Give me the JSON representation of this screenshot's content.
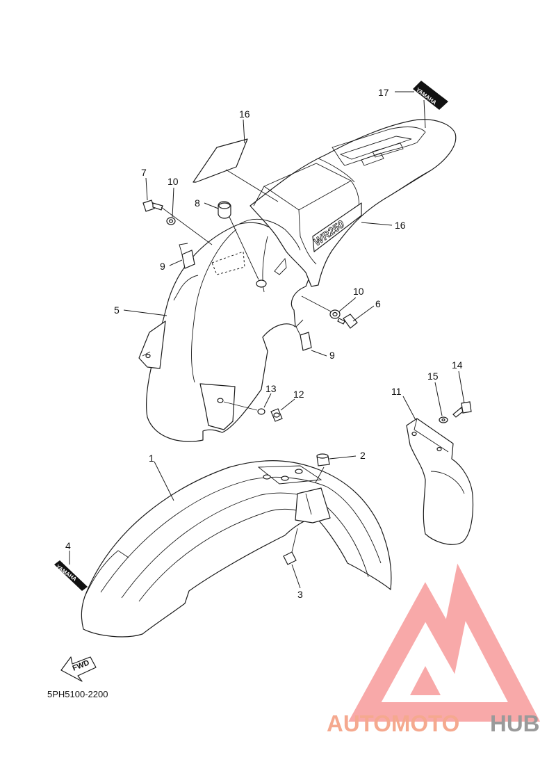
{
  "diagram_code": "5PH5100-2200",
  "callouts": [
    {
      "id": "c1",
      "number": "1"
    },
    {
      "id": "c2",
      "number": "2"
    },
    {
      "id": "c3",
      "number": "3"
    },
    {
      "id": "c4",
      "number": "4"
    },
    {
      "id": "c5",
      "number": "5"
    },
    {
      "id": "c6",
      "number": "6"
    },
    {
      "id": "c7",
      "number": "7"
    },
    {
      "id": "c8",
      "number": "8"
    },
    {
      "id": "c9a",
      "number": "9"
    },
    {
      "id": "c9b",
      "number": "9"
    },
    {
      "id": "c10a",
      "number": "10"
    },
    {
      "id": "c10b",
      "number": "10"
    },
    {
      "id": "c11",
      "number": "11"
    },
    {
      "id": "c12",
      "number": "12"
    },
    {
      "id": "c13",
      "number": "13"
    },
    {
      "id": "c14",
      "number": "14"
    },
    {
      "id": "c15",
      "number": "15"
    },
    {
      "id": "c16a",
      "number": "16"
    },
    {
      "id": "c16b",
      "number": "16"
    },
    {
      "id": "c17",
      "number": "17"
    }
  ],
  "decals": {
    "front_emblem": "YAMAHA",
    "rear_emblem": "YAMAHA",
    "side_graphic": "WR250"
  },
  "direction_arrow": "FWD",
  "watermark": {
    "text_part1": "AUTOMOTO",
    "text_part2": "HUB",
    "color_main": "#f5a98f",
    "color_secondary": "#9a9a9a",
    "logo_color": "#f79a9a"
  }
}
